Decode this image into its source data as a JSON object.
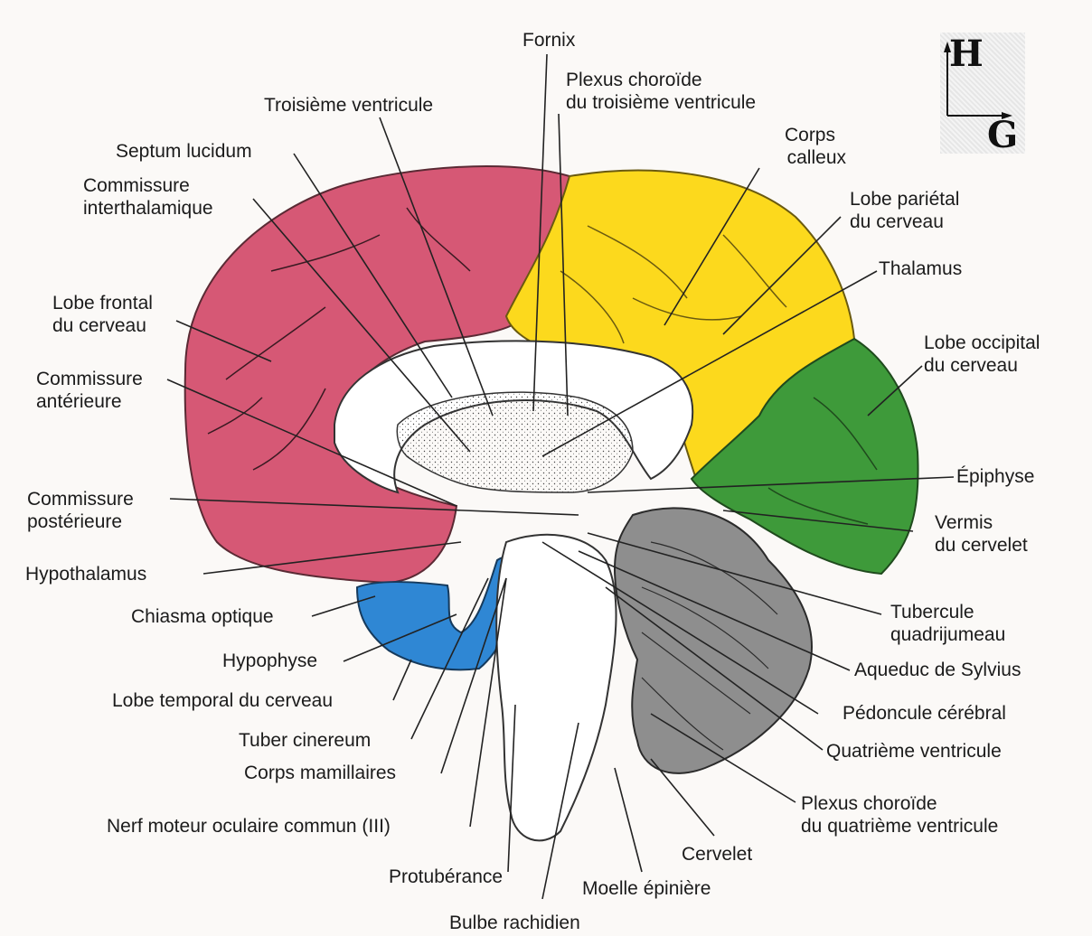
{
  "orientation": {
    "up_letter": "H",
    "right_letter": "G"
  },
  "colors": {
    "frontal": "#d65875",
    "parietal": "#fcd91d",
    "occipital": "#3e9a3a",
    "temporal": "#2f87d4",
    "cerebellum": "#8e8e8e",
    "background": "#fbf9f7"
  },
  "labels": {
    "fornix": "Fornix",
    "plexus_3_l1": "Plexus choroïde",
    "plexus_3_l2": "du troisième ventricule",
    "troisieme_ventricule": "Troisième ventricule",
    "septum": "Septum lucidum",
    "corps_calleux_l1": "Corps",
    "corps_calleux_l2": "calleux",
    "commissure_inter_l1": "Commissure",
    "commissure_inter_l2": "interthalamique",
    "lobe_parietal_l1": "Lobe pariétal",
    "lobe_parietal_l2": "du cerveau",
    "thalamus": "Thalamus",
    "lobe_frontal_l1": "Lobe frontal",
    "lobe_frontal_l2": "du cerveau",
    "lobe_occipital_l1": "Lobe occipital",
    "lobe_occipital_l2": "du cerveau",
    "commissure_ant_l1": "Commissure",
    "commissure_ant_l2": "antérieure",
    "epiphyse": "Épiphyse",
    "commissure_post_l1": "Commissure",
    "commissure_post_l2": "postérieure",
    "vermis_l1": "Vermis",
    "vermis_l2": "du cervelet",
    "hypothalamus": "Hypothalamus",
    "tubercule_l1": "Tubercule",
    "tubercule_l2": "quadrijumeau",
    "chiasma": "Chiasma optique",
    "hypophyse": "Hypophyse",
    "aqueduc": "Aqueduc de Sylvius",
    "lobe_temporal": "Lobe temporal du cerveau",
    "pedoncule": "Pédoncule cérébral",
    "tuber": "Tuber cinereum",
    "quatrieme_ventricule": "Quatrième ventricule",
    "corps_mamillaires": "Corps mamillaires",
    "plexus_4_l1": "Plexus choroïde",
    "plexus_4_l2": "du quatrième ventricule",
    "nerf_moteur": "Nerf moteur oculaire commun (III)",
    "cervelet": "Cervelet",
    "protuberance": "Protubérance",
    "moelle": "Moelle épinière",
    "bulbe": "Bulbe rachidien"
  }
}
